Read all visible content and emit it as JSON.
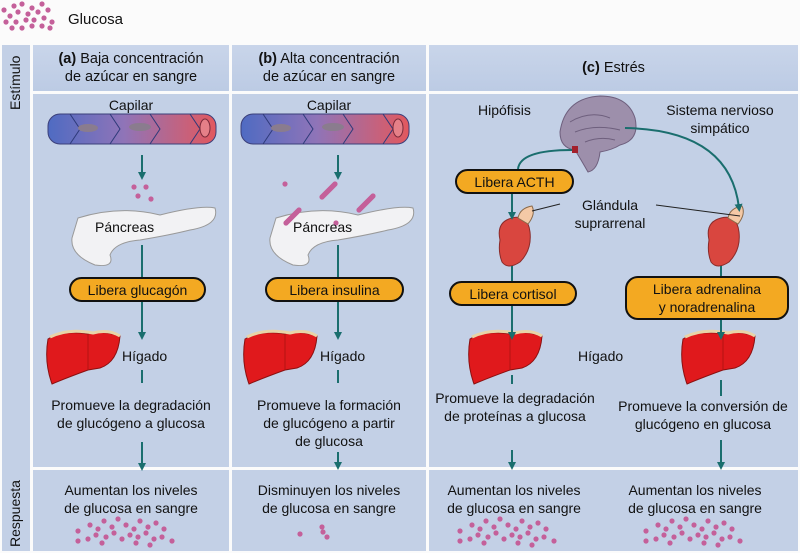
{
  "legend": {
    "icon": "glucose-dots-icon",
    "label": "Glucosa"
  },
  "side_labels": {
    "stimulus": "Estímulo",
    "response": "Respuesta"
  },
  "columns": [
    {
      "id": "a",
      "header_letter": "(a)",
      "header_line1": "Baja concentración",
      "header_line2": "de azúcar en sangre",
      "capillary_label": "Capilar",
      "organ_label": "Páncreas",
      "hormone": "Libera glucagón",
      "liver_label": "Hígado",
      "effect_lines": [
        "Promueve la degradación",
        "de glucógeno a glucosa"
      ],
      "response_lines": [
        "Aumentan los niveles",
        "de glucosa en sangre"
      ]
    },
    {
      "id": "b",
      "header_letter": "(b)",
      "header_line1": "Alta concentración",
      "header_line2": "de azúcar en sangre",
      "capillary_label": "Capilar",
      "organ_label": "Páncreas",
      "hormone": "Libera insulina",
      "liver_label": "Hígado",
      "effect_lines": [
        "Promueve la formación",
        "de glucógeno a partir",
        "de glucosa"
      ],
      "response_lines": [
        "Disminuyen los niveles",
        "de glucosa en sangre"
      ]
    },
    {
      "id": "c",
      "header_letter": "(c)",
      "header_line1": "Estrés",
      "pituitary_label": "Hipófisis",
      "sympathetic_label_lines": [
        "Sistema nervioso",
        "simpático"
      ],
      "acth": "Libera ACTH",
      "adrenal_label_lines": [
        "Glándula",
        "suprarrenal"
      ],
      "cortisol": "Libera cortisol",
      "adrenaline_lines": [
        "Libera adrenalina",
        "y noradrenalina"
      ],
      "liver_label": "Hígado",
      "effect_left_lines": [
        "Promueve la degradación",
        "de proteínas a glucosa"
      ],
      "effect_right_lines": [
        "Promueve la conversión de",
        "glucógeno en glucosa"
      ],
      "response_left_lines": [
        "Aumentan los niveles",
        "de glucosa en sangre"
      ],
      "response_right_lines": [
        "Aumentan los niveles",
        "de glucosa en sangre"
      ]
    }
  ],
  "colors": {
    "panel": "#c3d0e6",
    "arrow": "#1a6e6e",
    "hormone_pill": "#f3a922",
    "glucose_dot": "#c4609a",
    "liver": "#e0191c",
    "brain": "#8f7f9c",
    "adrenal": "#d9463f"
  }
}
